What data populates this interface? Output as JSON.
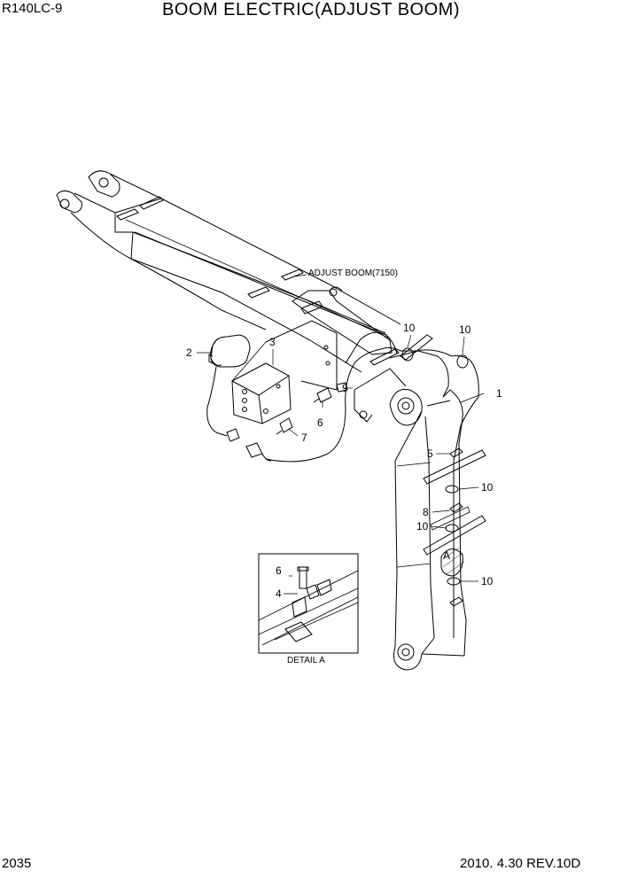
{
  "header": {
    "model": "R140LC-9",
    "title": "BOOM ELECTRIC(ADJUST BOOM)"
  },
  "footer": {
    "page_number": "2035",
    "revision": "2010. 4.30  REV.10D"
  },
  "labels": {
    "adjust_boom": "ADJUST BOOM(7150)",
    "detail_a": "DETAIL  A",
    "detail_marker": "A"
  },
  "callouts": {
    "c1": "1",
    "c2": "2",
    "c3": "3",
    "c4": "4",
    "c5": "5",
    "c6": "6",
    "c7": "7",
    "c8": "8",
    "c9": "9",
    "c10": "10"
  }
}
